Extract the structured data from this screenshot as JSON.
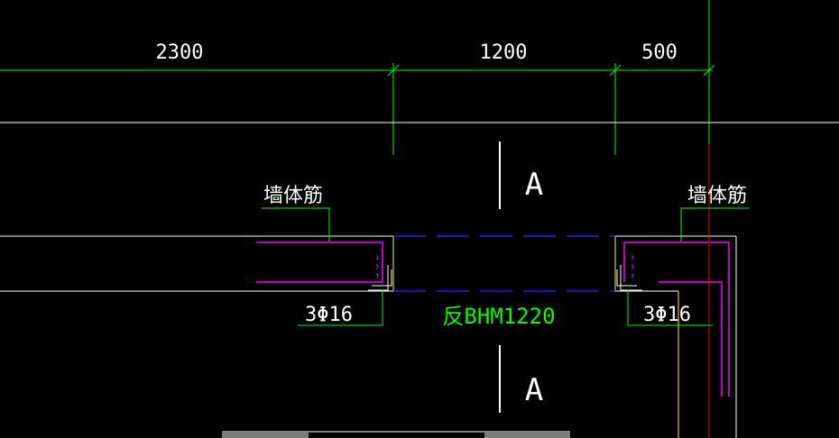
{
  "colors": {
    "background": "#000000",
    "white_line": "#ffffff",
    "green_line": "#00ff00",
    "yellow_line": "#ffff00",
    "magenta_line": "#ff00ff",
    "blue_dashed": "#2020ff",
    "red_axis": "#ff0000",
    "label_green": "#00ff00"
  },
  "dimensions": [
    {
      "text": "2300"
    },
    {
      "text": "1200"
    },
    {
      "text": "500"
    }
  ],
  "labels": {
    "wall_rebar_left": "墙体筋",
    "wall_rebar_right": "墙体筋",
    "rebar_left": "3Φ16",
    "rebar_right": "3Φ16",
    "door_label": "反BHM1220",
    "section_top": "A",
    "section_bottom": "A"
  }
}
